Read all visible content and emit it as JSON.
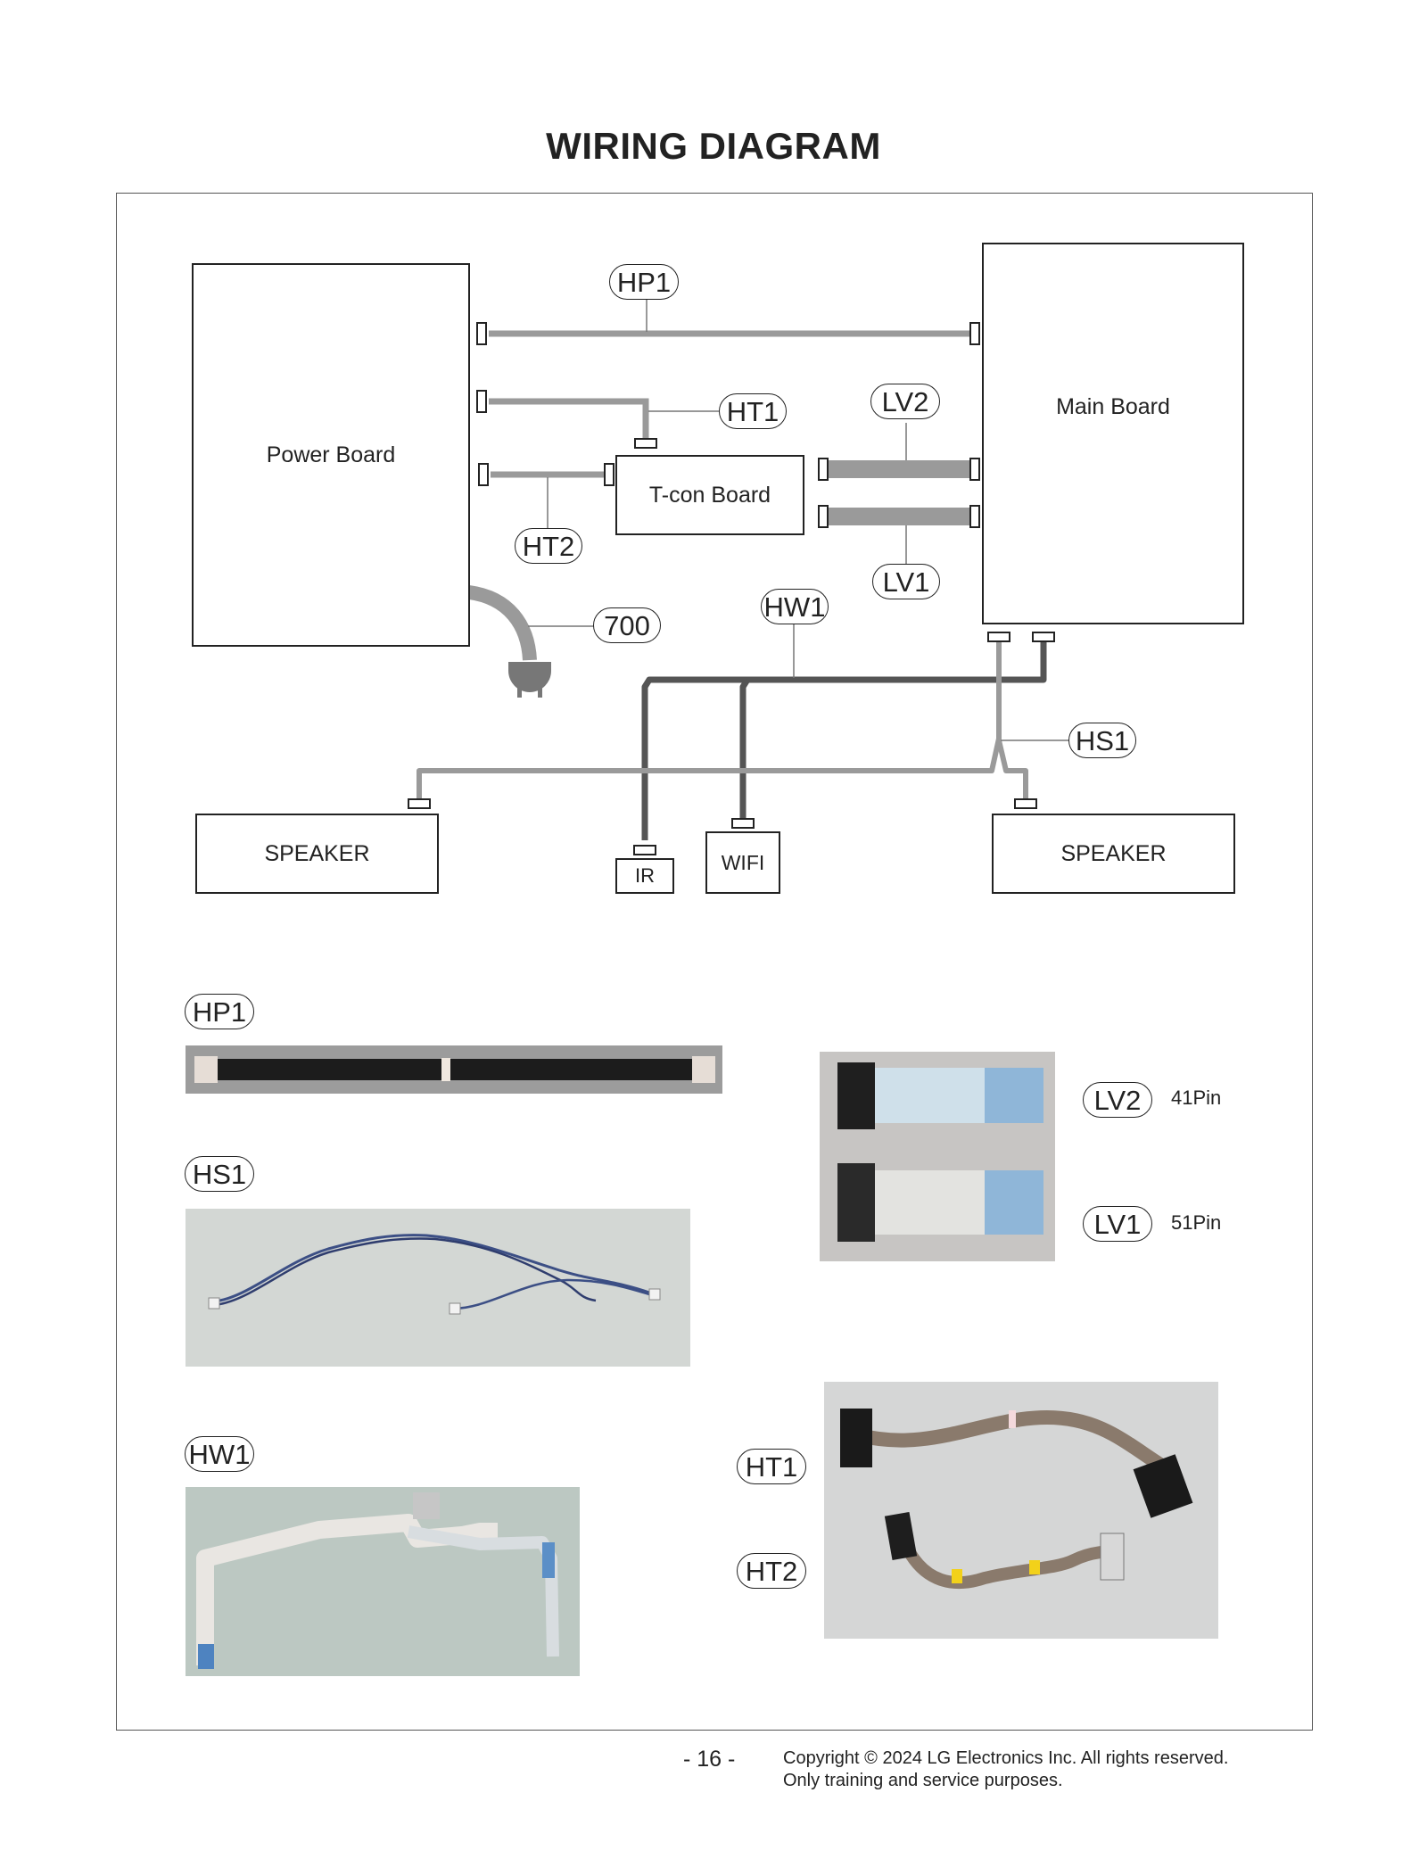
{
  "title": "WIRING DIAGRAM",
  "boards": {
    "power": "Power Board",
    "main": "Main Board",
    "tcon": "T-con Board",
    "speaker_left": "SPEAKER",
    "speaker_right": "SPEAKER",
    "ir": "IR",
    "wifi": "WIFI"
  },
  "cables": {
    "hp1": "HP1",
    "ht1": "HT1",
    "ht2": "HT2",
    "lv2": "LV2",
    "lv1": "LV1",
    "hw1": "HW1",
    "hs1": "HS1",
    "power_cord": "700"
  },
  "photos": {
    "hp1_label": "HP1",
    "hs1_label": "HS1",
    "hw1_label": "HW1",
    "lv2_label": "LV2",
    "lv2_pins": "41Pin",
    "lv1_label": "LV1",
    "lv1_pins": "51Pin",
    "ht1_label": "HT1",
    "ht2_label": "HT2"
  },
  "footer": {
    "page": "- 16 -",
    "copyright": "Copyright © 2024 LG Electronics Inc. All rights reserved.",
    "note": "Only training and service purposes."
  },
  "colors": {
    "cable_light": "#9a9a9a",
    "cable_dark": "#555555",
    "photo_bg": "#d7ddd9"
  }
}
